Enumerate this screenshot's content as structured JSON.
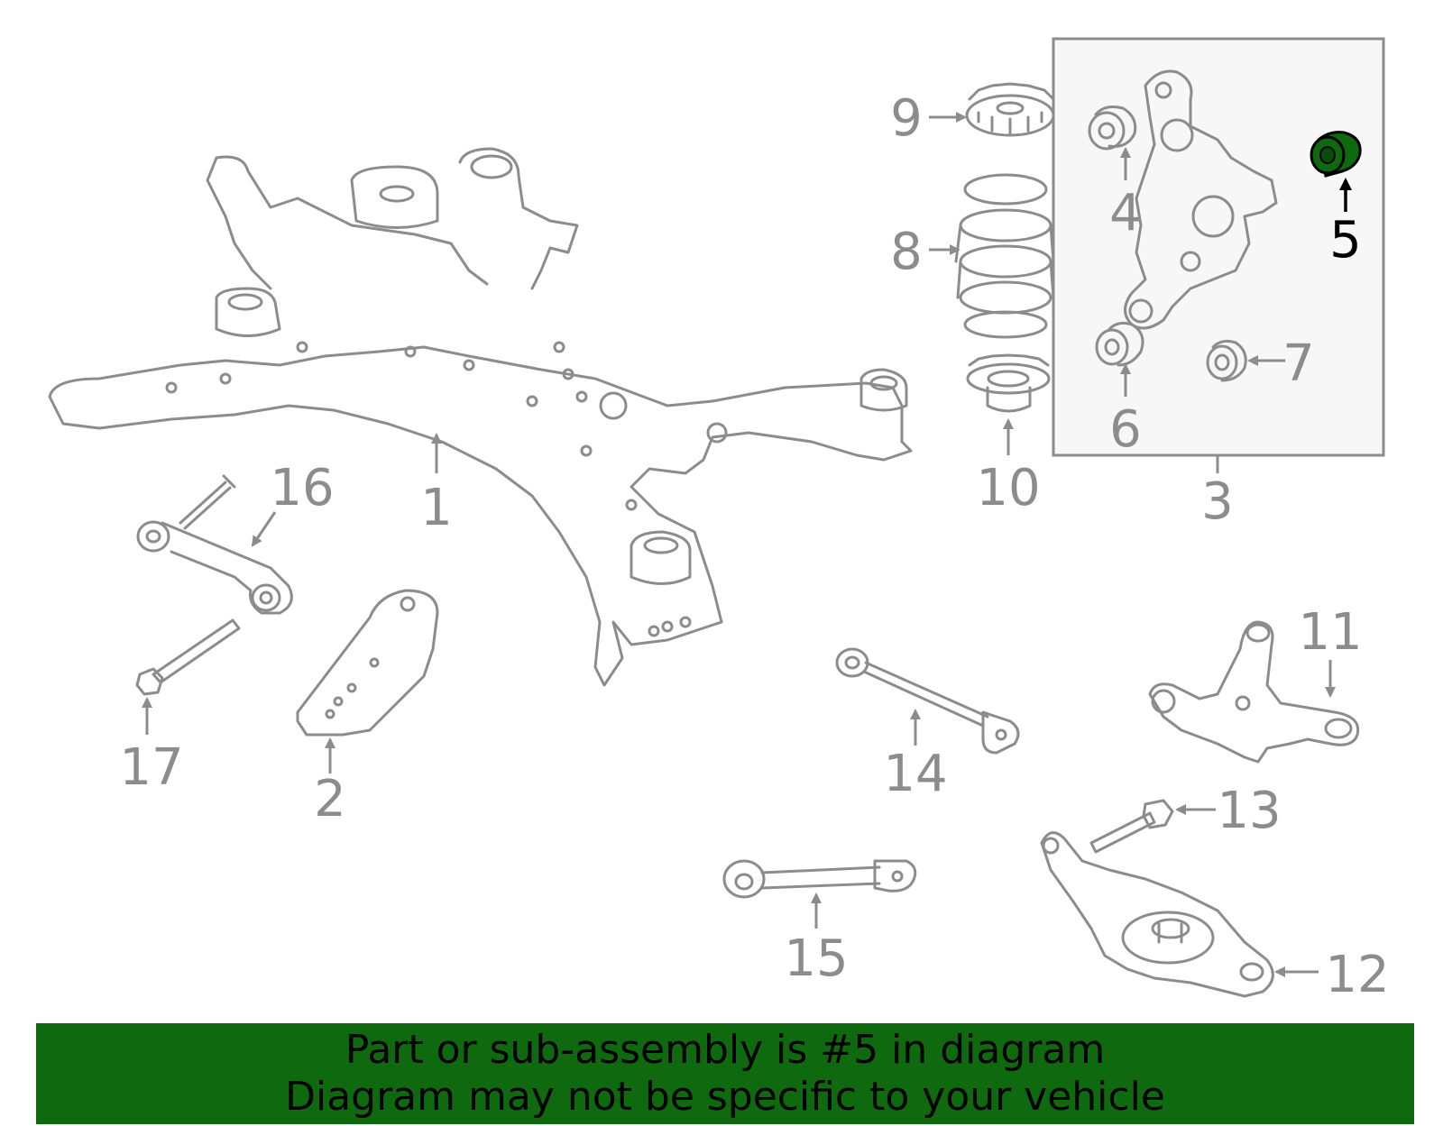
{
  "labels": {
    "p1": "1",
    "p2": "2",
    "p3": "3",
    "p4": "4",
    "p5": "5",
    "p6": "6",
    "p7": "7",
    "p8": "8",
    "p9": "9",
    "p10": "10",
    "p11": "11",
    "p12": "12",
    "p13": "13",
    "p14": "14",
    "p15": "15",
    "p16": "16",
    "p17": "17"
  },
  "highlight_part": "5",
  "colors": {
    "line": "#8c8c8c",
    "highlight": "#0f6a0f",
    "banner": "#0f6a0f"
  },
  "banner": {
    "line1": "Part or sub-assembly is #5 in diagram",
    "line2": "Diagram may not be specific to your vehicle"
  }
}
